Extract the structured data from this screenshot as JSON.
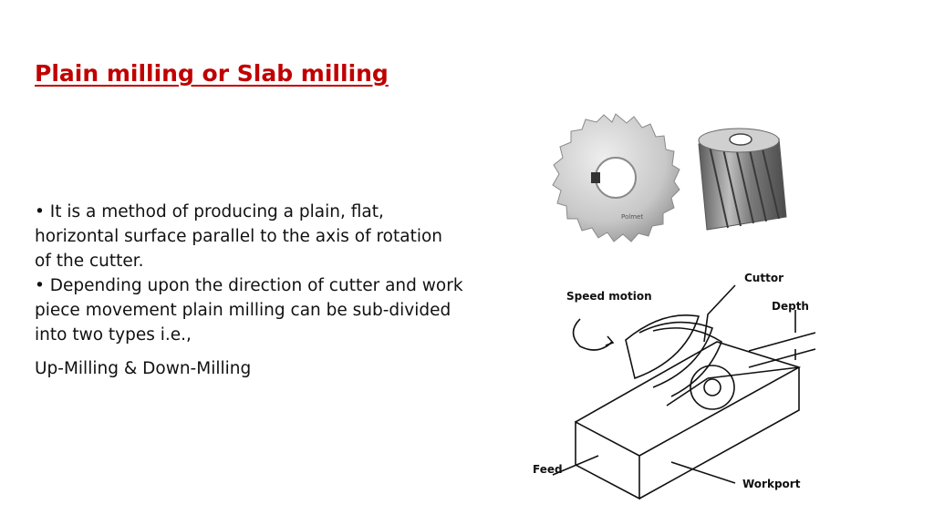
{
  "slide": {
    "title": "Plain milling or Slab milling",
    "bullets": [
      "• It is a method of producing a plain, flat, horizontal surface parallel to the axis of rotation of the cutter.",
      "• Depending upon the direction of cutter and work piece movement plain milling can be sub-divided into two types i.e.,"
    ],
    "types_line": "Up-Milling & Down-Milling"
  },
  "photo": {
    "cutter_inscription": "Polmet"
  },
  "diagram": {
    "labels": {
      "speed_motion": "Speed motion",
      "cutter": "Cuttor",
      "depth": "Depth",
      "feed": "Feed",
      "workpiece": "Workport"
    }
  },
  "colors": {
    "title": "#c00000",
    "text": "#111111"
  }
}
